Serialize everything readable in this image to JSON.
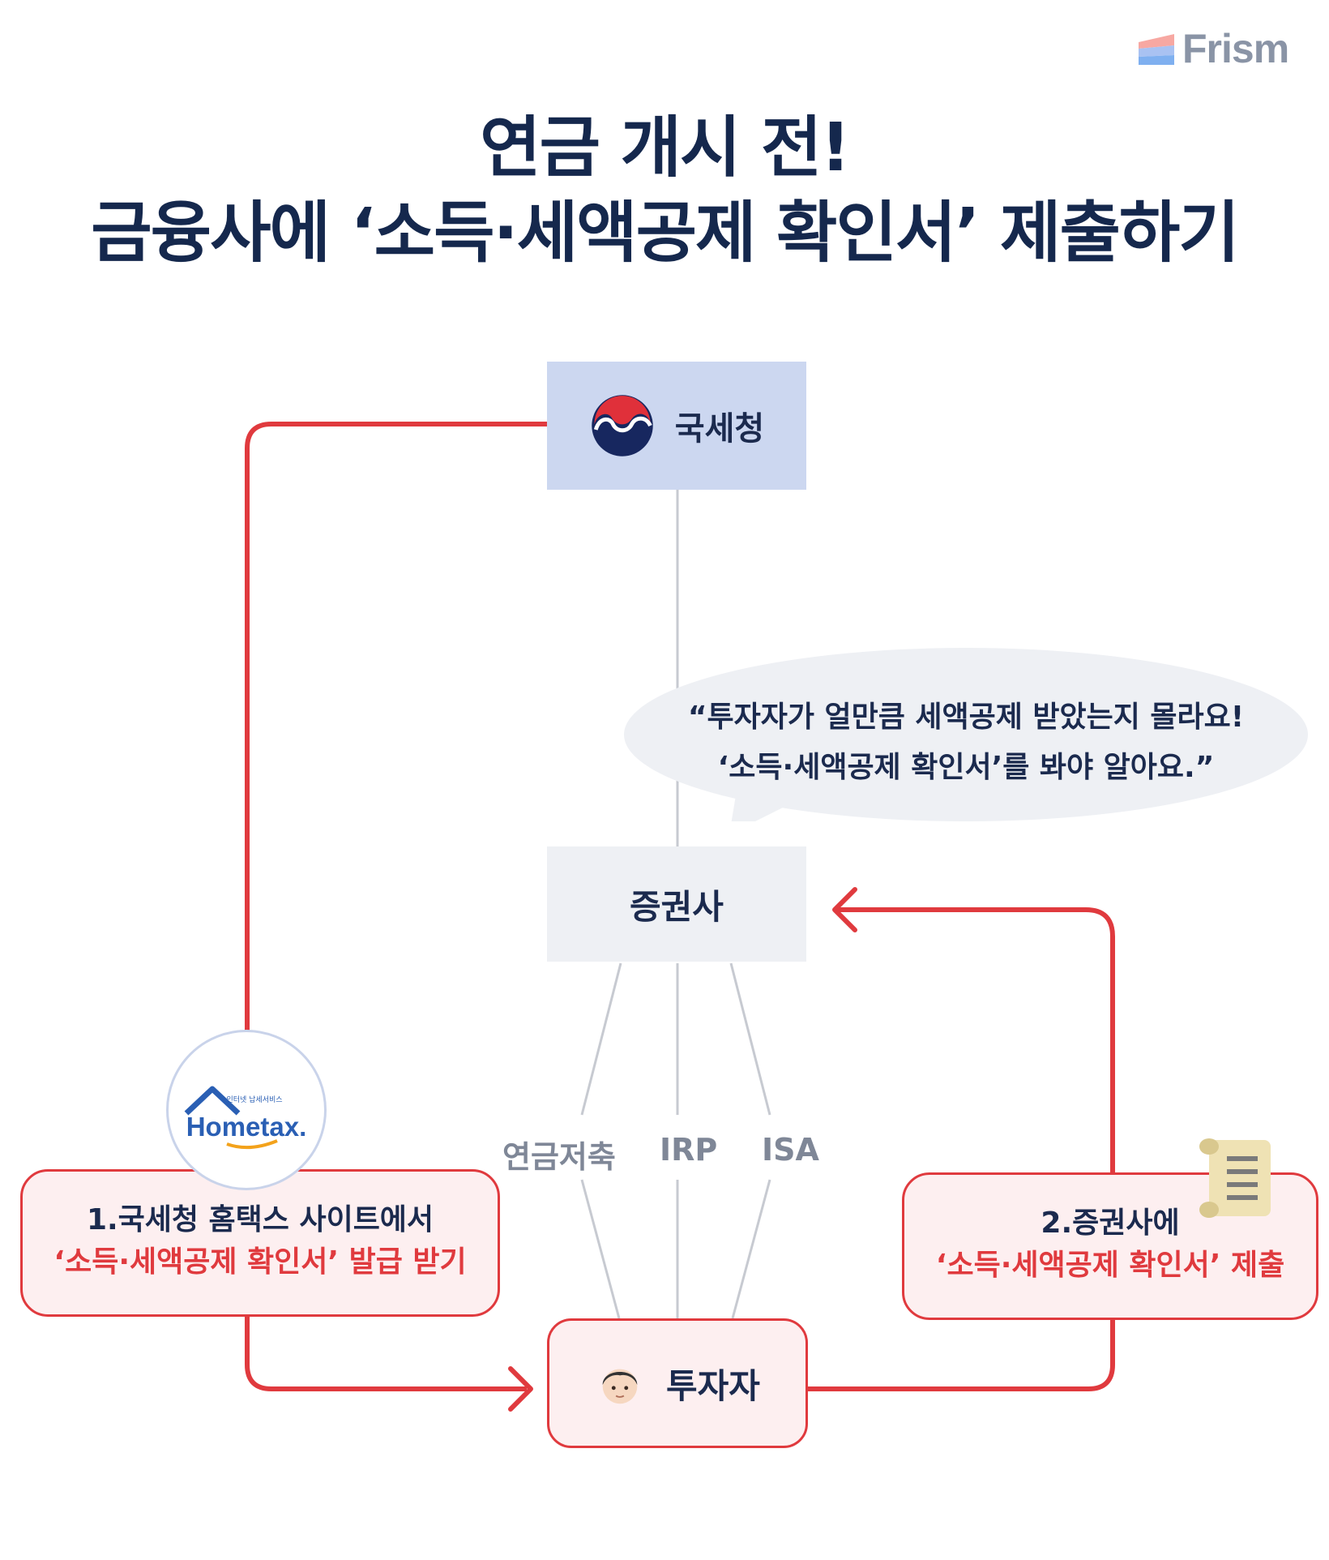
{
  "brand": {
    "name": "Frism"
  },
  "title": {
    "line1": "연금 개시 전!",
    "line2": "금융사에 ‘소득·세액공제 확인서’ 제출하기"
  },
  "nodes": {
    "nts": "국세청",
    "broker": "증권사",
    "investor": "투자자"
  },
  "speech": {
    "line1": "“투자자가 얼만큼 세액공제 받았는지 몰라요!",
    "line2": "‘소득·세액공제 확인서’를 봐야 알아요.”"
  },
  "accounts": [
    "연금저축",
    "IRP",
    "ISA"
  ],
  "steps": [
    {
      "line1": "1.국세청 홈택스 사이트에서",
      "line2": "‘소득·세액공제 확인서’ 발급 받기"
    },
    {
      "line1": "2.증권사에",
      "line2": "‘소득·세액공제 확인서’ 제출"
    }
  ],
  "hometax_logo": {
    "wordmark": "Hometax.",
    "tagline": "인터넷 납세서비스"
  },
  "colors": {
    "accent_red": "#e03a3e",
    "navy": "#15284d",
    "nts_box": "#ccd7f0",
    "broker_box": "#eef0f4",
    "step_fill": "#fdeff0",
    "connector_gray": "#c7cad1"
  },
  "icons": [
    "frism-logo-icon",
    "korea-government-emblem-icon",
    "hometax-logo-icon",
    "person-face-icon",
    "document-scroll-icon",
    "arrow-right-icon",
    "arrow-left-icon"
  ]
}
